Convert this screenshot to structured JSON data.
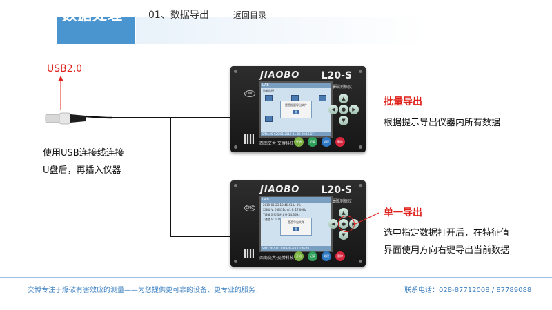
{
  "header": {
    "title": "数据处理",
    "section": "01、数据导出",
    "back_link": "返回目录"
  },
  "usb": {
    "label": "USB2.0",
    "description_line1": "使用USB连接线连接",
    "description_line2": "U盘后，再插入仪器"
  },
  "device_top": {
    "brand": "JIAOBO",
    "model": "L20-S",
    "subtitle": "爆破测振仪",
    "vendor": "西南交大·交博科技",
    "screen_bar": "LAB",
    "screen_menu": "功能选择",
    "popup_text": "是否批量导出文件",
    "popup_button": "是",
    "screen_footer": "S/N:L20-S20/01   2019-11-09 09:16:17",
    "buttons": [
      "开始",
      "记录",
      "处理",
      "删除"
    ]
  },
  "device_bottom": {
    "brand": "JIAOBO",
    "model": "L20-S",
    "subtitle": "爆破测振仪",
    "vendor": "西南交大·交博科技",
    "screen_bar": "LAB",
    "screen_lines": [
      "2019-05-23 10:46:41        L: 3%",
      "X通道  V: 0.6431cm/s  F: 17.00Hz",
      "Y通道  是否导出文件        14.30Hz",
      "Z通道  V: 0.1403cm/s  F: 16.60Hz"
    ],
    "popup_text": "是否导出文件",
    "popup_button": "是",
    "screen_footer": "S/N:L20-S10   2019-05-23 10:46:41",
    "buttons": [
      "开始",
      "记录",
      "处理",
      "删除"
    ]
  },
  "batch_export": {
    "title": "批量导出",
    "description": "根据提示导出仪器内所有数据"
  },
  "single_export": {
    "title": "单一导出",
    "description_line1": "选中指定数据打开后，在特征值",
    "description_line2": "界面使用方向右键导出当前数据"
  },
  "footer": {
    "slogan": "交博专注于爆破有害效应的测量——为您提供更可靠的设备、更专业的服务！",
    "contact": "联系电话：028-87712008 / 87789088"
  },
  "colors": {
    "accent": "#4a95cf",
    "highlight": "#e0201a",
    "footer_text": "#3b7fc0"
  },
  "dpad_icons": [
    "arrow-up-icon",
    "arrow-left-icon",
    "enter-icon",
    "arrow-right-icon",
    "arrow-down-icon"
  ]
}
